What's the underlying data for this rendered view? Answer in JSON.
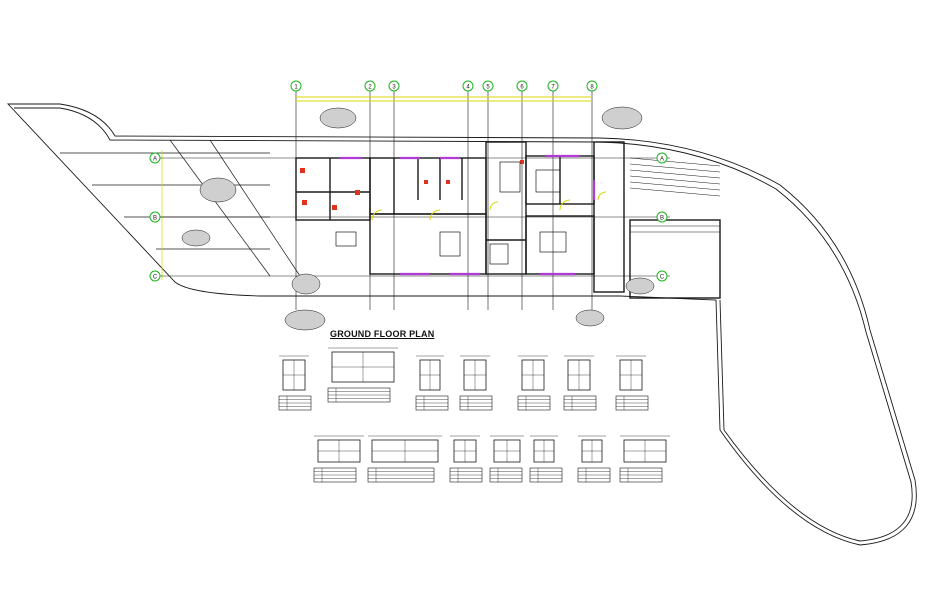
{
  "plan": {
    "title": "GROUND FLOOR PLAN",
    "grid_top": [
      "1",
      "2",
      "3",
      "4",
      "5",
      "6",
      "7",
      "8"
    ],
    "grid_left": [
      "A",
      "B",
      "C"
    ],
    "grid_right": [
      "A",
      "B",
      "C"
    ]
  },
  "colors": {
    "line": "#1a1a1a",
    "grid_bubble": "#1db31d",
    "dimension": "#d9d900",
    "wall_accent": "#b23bd6",
    "door": "#d6d600",
    "fixture": "#e0301e"
  }
}
